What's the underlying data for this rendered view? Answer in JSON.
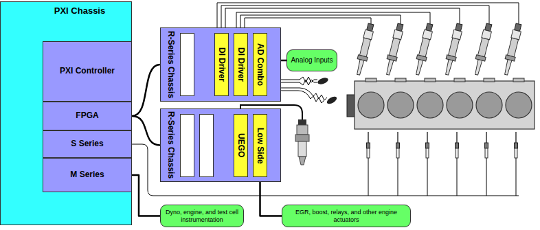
{
  "diagram": {
    "nodes": [
      {
        "text": [
          "PXI Chassis"
        ]
      },
      {
        "text": [
          "PXI Controller"
        ],
        "in": 0
      },
      {
        "text": [
          "FPGA"
        ],
        "in": 0
      },
      {
        "text": [
          "S Series"
        ],
        "in": 0
      },
      {
        "text": [
          "M Series"
        ],
        "in": 0
      },
      {
        "text": [
          "R-Series Chassis"
        ]
      },
      {
        "text": [
          "DI Driver"
        ],
        "in": 5
      },
      {
        "text": [
          "DI Driver"
        ],
        "in": 5
      },
      {
        "text": [
          "AD Combo"
        ],
        "in": 5
      },
      {
        "text": [
          "R-Series Chassis"
        ]
      },
      {
        "text": [
          "UEGO"
        ],
        "in": 9
      },
      {
        "text": [
          "Low Side"
        ],
        "in": 9
      },
      {
        "text": [
          "Analog Inputs"
        ]
      },
      {
        "text": [
          "EGR, boost, relays, and other engine actuators"
        ]
      },
      {
        "text": [
          "Dyno, engine, and test cell instrumentation"
        ]
      }
    ],
    "edges": [
      {
        "from": 2,
        "to": 5,
        "arrow": "none"
      },
      {
        "from": 2,
        "to": 9,
        "arrow": "none"
      },
      {
        "from": 8,
        "to": 12,
        "arrow": "none"
      },
      {
        "from": 11,
        "to": 13,
        "arrow": "none"
      },
      {
        "from": 4,
        "to": 14,
        "arrow": "none"
      }
    ]
  }
}
